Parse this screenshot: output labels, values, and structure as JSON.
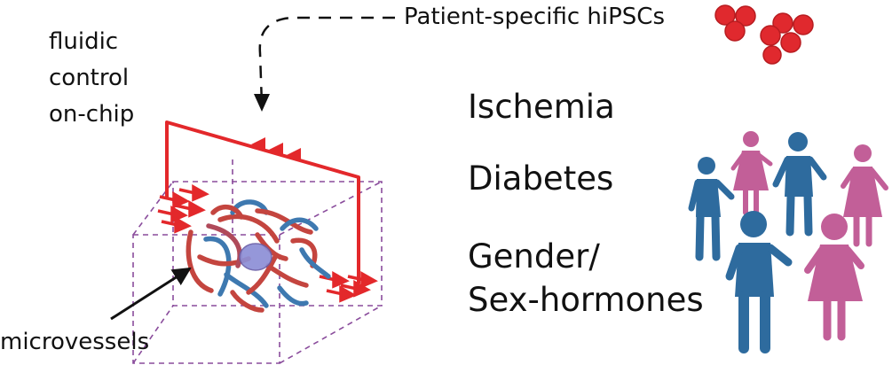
{
  "labels": {
    "fluidic_line1": "fluidic",
    "fluidic_line2": "control",
    "fluidic_line3": "on-chip",
    "hipsc": "Patient-specific hiPSCs",
    "microvessels": "microvessels"
  },
  "conditions": [
    "Ischemia",
    "Diabetes",
    "Gender/",
    "Sex-hormones"
  ],
  "colors": {
    "flow": "#e3282b",
    "cell": "#e0292e",
    "vessel_red": "#c4453f",
    "vessel_blue": "#3e79b0",
    "box": "#8a4c9c",
    "nucleus": "#8d8fd6",
    "people_blue": "#2e6b9e",
    "people_pink": "#c25f98"
  },
  "icons": [
    "cell-cluster-icon",
    "people-group-icon",
    "flow-arrow-icon"
  ]
}
